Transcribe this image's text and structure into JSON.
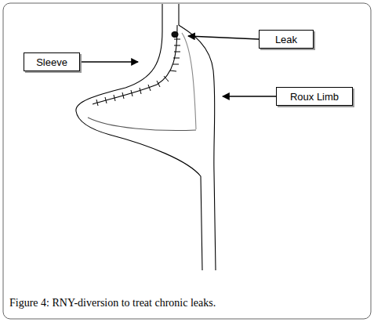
{
  "diagram": {
    "caption": "Figure 4: RNY-diversion to treat chronic leaks.",
    "nodes": [
      {
        "text": [
          "Leak"
        ]
      },
      {
        "text": [
          "Sleeve"
        ]
      },
      {
        "text": [
          "Roux Limb"
        ]
      }
    ]
  }
}
